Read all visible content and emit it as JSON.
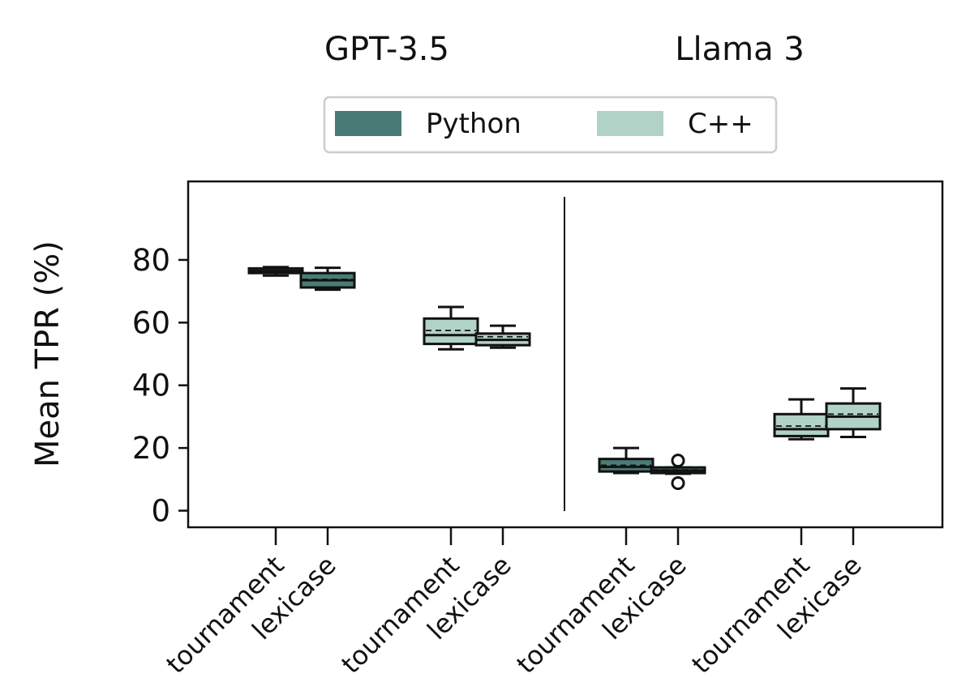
{
  "chart_data": {
    "type": "box",
    "ylabel": "Mean TPR (%)",
    "yticks": [
      0,
      20,
      40,
      60,
      80
    ],
    "ylim": [
      -5,
      105
    ],
    "legend": {
      "placement": "top-center",
      "entries": [
        {
          "label": "Python",
          "color": "#4a7b76"
        },
        {
          "label": "C++",
          "color": "#b1d2c6"
        }
      ]
    },
    "panels": [
      {
        "title": "GPT-3.5",
        "position": "left"
      },
      {
        "title": "Llama 3",
        "position": "right"
      }
    ],
    "categories": [
      "tournament",
      "lexicase",
      "tournament",
      "lexicase",
      "tournament",
      "lexicase",
      "tournament",
      "lexicase"
    ],
    "boxes": [
      {
        "model": "GPT-3.5",
        "language": "Python",
        "selection": "tournament",
        "min": 75,
        "q1": 75.8,
        "median": 76.5,
        "mean": 76.4,
        "q3": 77.3,
        "max": 77.7,
        "outliers": []
      },
      {
        "model": "GPT-3.5",
        "language": "Python",
        "selection": "lexicase",
        "min": 70.5,
        "q1": 71.2,
        "median": 73.5,
        "mean": 73.8,
        "q3": 75.8,
        "max": 77.5,
        "outliers": []
      },
      {
        "model": "GPT-3.5",
        "language": "C++",
        "selection": "tournament",
        "min": 51.5,
        "q1": 53.2,
        "median": 56,
        "mean": 57.5,
        "q3": 61.3,
        "max": 65,
        "outliers": []
      },
      {
        "model": "GPT-3.5",
        "language": "C++",
        "selection": "lexicase",
        "min": 52,
        "q1": 52.8,
        "median": 54.5,
        "mean": 55.5,
        "q3": 56.5,
        "max": 59,
        "outliers": []
      },
      {
        "model": "Llama 3",
        "language": "Python",
        "selection": "tournament",
        "min": 12,
        "q1": 12.5,
        "median": 14,
        "mean": 14.5,
        "q3": 16.5,
        "max": 20,
        "outliers": []
      },
      {
        "model": "Llama 3",
        "language": "Python",
        "selection": "lexicase",
        "min": 11.8,
        "q1": 12,
        "median": 12.8,
        "mean": 13,
        "q3": 13.8,
        "max": 13.8,
        "outliers": [
          8.8,
          16
        ]
      },
      {
        "model": "Llama 3",
        "language": "C++",
        "selection": "tournament",
        "min": 22.8,
        "q1": 23.8,
        "median": 26,
        "mean": 27,
        "q3": 30.8,
        "max": 35.5,
        "outliers": []
      },
      {
        "model": "Llama 3",
        "language": "C++",
        "selection": "lexicase",
        "min": 23.5,
        "q1": 26,
        "median": 30,
        "mean": 30.8,
        "q3": 34.2,
        "max": 39,
        "outliers": []
      }
    ],
    "grid": false
  }
}
